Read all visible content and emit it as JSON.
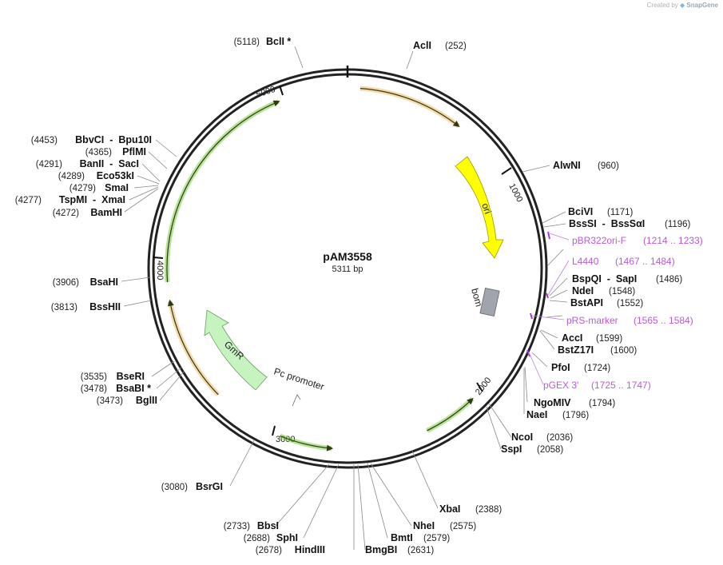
{
  "credit": {
    "prefix": "Created by",
    "brand": "SnapGene"
  },
  "plasmid": {
    "name": "pAM3558",
    "length_label": "5311 bp",
    "length": 5311
  },
  "ticks": [
    {
      "label": "1000",
      "pos": 1000
    },
    {
      "label": "2000",
      "pos": 2000
    },
    {
      "label": "3000",
      "pos": 3000
    },
    {
      "label": "4000",
      "pos": 4000
    },
    {
      "label": "5000",
      "pos": 5000
    }
  ],
  "features": [
    {
      "id": "arrow-orange-top",
      "kind": "arrow",
      "color": "#f0b860",
      "start": 60,
      "end": 560
    },
    {
      "id": "arrow-green-left",
      "kind": "arrow",
      "color": "#7acc3c",
      "start": 3920,
      "end": 4980,
      "reverse": true
    },
    {
      "id": "arrow-orange-lower-left",
      "kind": "arrow",
      "color": "#f0b860",
      "start": 3330,
      "end": 3830,
      "reverse": true
    },
    {
      "id": "arrow-green-lower-mid",
      "kind": "arrow",
      "color": "#7acc3c",
      "start": 2980,
      "end": 2730,
      "reverse": true
    },
    {
      "id": "arrow-green-lower-right",
      "kind": "arrow",
      "color": "#7acc3c",
      "start": 2270,
      "end": 2010,
      "reverse": true
    }
  ],
  "labeled_features": [
    {
      "label": "ori",
      "color": "#ffff00"
    },
    {
      "label": "bom",
      "color": "#a0a4ad"
    },
    {
      "label": "GmR",
      "color": "#c6f3c0"
    },
    {
      "label": "Pc promoter",
      "color": "#ffffff"
    }
  ],
  "enzymes": [
    {
      "name": "AclI",
      "pos": "(252)"
    },
    {
      "name": "AlwNI",
      "pos": "(960)"
    },
    {
      "name": "BciVI",
      "pos": "(1171)"
    },
    {
      "name": "BssSI  -  BssSαI",
      "pos": "(1196)"
    },
    {
      "name": "BspQI  -  SapI",
      "pos": "(1486)"
    },
    {
      "name": "NdeI",
      "pos": "(1548)"
    },
    {
      "name": "BstAPI",
      "pos": "(1552)"
    },
    {
      "name": "AccI",
      "pos": "(1599)"
    },
    {
      "name": "BstZ17I",
      "pos": "(1600)"
    },
    {
      "name": "PfoI",
      "pos": "(1724)"
    },
    {
      "name": "NgoMIV",
      "pos": "(1794)"
    },
    {
      "name": "NaeI",
      "pos": "(1796)"
    },
    {
      "name": "NcoI",
      "pos": "(2036)"
    },
    {
      "name": "SspI",
      "pos": "(2058)"
    },
    {
      "name": "XbaI",
      "pos": "(2388)"
    },
    {
      "name": "NheI",
      "pos": "(2575)"
    },
    {
      "name": "BmtI",
      "pos": "(2579)"
    },
    {
      "name": "BmgBI",
      "pos": "(2631)"
    },
    {
      "name": "HindIII",
      "pos": "(2678)"
    },
    {
      "name": "SphI",
      "pos": "(2688)"
    },
    {
      "name": "BbsI",
      "pos": "(2733)"
    },
    {
      "name": "BsrGI",
      "pos": "(3080)"
    },
    {
      "name": "BglII",
      "pos": "(3473)"
    },
    {
      "name": "BsaBI *",
      "pos": "(3478)"
    },
    {
      "name": "BseRI",
      "pos": "(3535)"
    },
    {
      "name": "BssHII",
      "pos": "(3813)"
    },
    {
      "name": "BsaHI",
      "pos": "(3906)"
    },
    {
      "name": "BamHI",
      "pos": "(4272)"
    },
    {
      "name": "TspMI  -  XmaI",
      "pos": "(4277)"
    },
    {
      "name": "SmaI",
      "pos": "(4279)"
    },
    {
      "name": "Eco53kI",
      "pos": "(4289)"
    },
    {
      "name": "BanII  -  SacI",
      "pos": "(4291)"
    },
    {
      "name": "PflMI",
      "pos": "(4365)"
    },
    {
      "name": "BbvCI  -  Bpu10I",
      "pos": "(4453)"
    },
    {
      "name": "BclI *",
      "pos": "(5118)"
    }
  ],
  "primers": [
    {
      "name": "pBR322ori-F",
      "range": "(1214 .. 1233)"
    },
    {
      "name": "L4440",
      "range": "(1467 .. 1484)"
    },
    {
      "name": "pRS-marker",
      "range": "(1565 .. 1584)"
    },
    {
      "name": "pGEX 3'",
      "range": "(1725 .. 1747)"
    }
  ]
}
